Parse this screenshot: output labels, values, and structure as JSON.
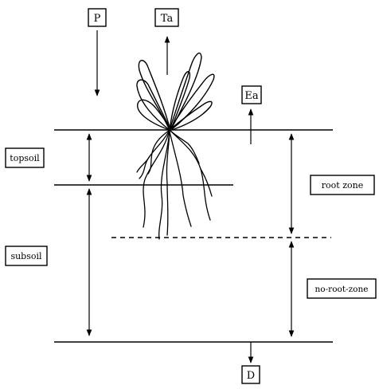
{
  "labels": {
    "p": "P",
    "ta": "Ta",
    "ea": "Ea",
    "d": "D",
    "topsoil": "topsoil",
    "subsoil": "subsoil",
    "root_zone": "root zone",
    "no_root_zone": "no-root-zone"
  },
  "colors": {
    "line": "#000000",
    "background": "#ffffff"
  }
}
